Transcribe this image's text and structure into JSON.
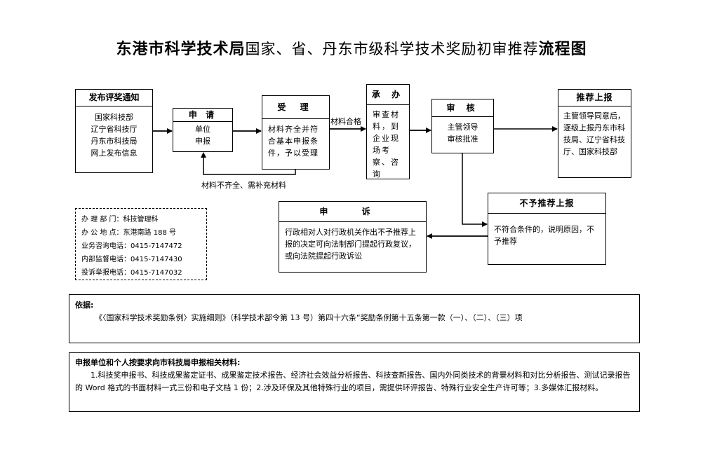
{
  "title": {
    "part1": "东港市科学技术局",
    "part2": "国家、省、丹东市级科学技术奖励初审推荐",
    "part3": "流程图"
  },
  "nodes": {
    "publish": {
      "header": "发布评奖通知",
      "lines": [
        "国家科技部",
        "辽宁省科技厅",
        "丹东市科技局",
        "网上发布信息"
      ]
    },
    "apply": {
      "header": "申 请",
      "lines": [
        "单位",
        "申报"
      ]
    },
    "accept": {
      "header": "受 理",
      "text": "材料齐全并符合基本申报条件，予以受理"
    },
    "undertake": {
      "header": "承 办",
      "text": "审查材料，到企业现场考察、咨询"
    },
    "review": {
      "header": "审 核",
      "lines": [
        "主管领导",
        "审核批准"
      ]
    },
    "recommend": {
      "header": "推荐上报",
      "text": "主管领导同意后，逐级上报丹东市科技局、辽宁省科技厅、国家科技部"
    },
    "reject": {
      "header": "不予推荐上报",
      "text": "不符合条件的，说明原因，不予推荐"
    },
    "appeal": {
      "header": "申 诉",
      "text": "行政相对人对行政机关作出不予推荐上报的决定可向法制部门提起行政复议，或向法院提起行政诉讼"
    }
  },
  "edge_labels": {
    "materials_ok": "材料合格",
    "materials_missing": "材料不齐全、需补充材料"
  },
  "contact": [
    "办 理 部 门：科技管理科",
    "办 公 地 点：东港南路 188 号",
    "业务咨询电话：0415-7147472",
    "内部监督电话：0415-7147430",
    "投诉举报电话：0415-7147032"
  ],
  "basis": {
    "title": "依据:",
    "text": "《〈国家科学技术奖励条例〉实施细则》（科学技术部令第 13 号）第四十六条“奖励条例第十五条第一款（一）、（二）、（三）项"
  },
  "materials": {
    "title": "申报单位和个人按要求向市科技局申报相关材料:",
    "text": "1.科技奖申报书、科技成果鉴定证书、成果鉴定技术报告、经济社会效益分析报告、科技查新报告、国内外同类技术的背景材料和对比分析报告、测试记录报告的 Word 格式的书面材料一式三份和电子文档 1 份；2.涉及环保及其他特殊行业的项目，需提供环评报告、特殊行业安全生产许可等；3.多媒体汇报材料。"
  }
}
